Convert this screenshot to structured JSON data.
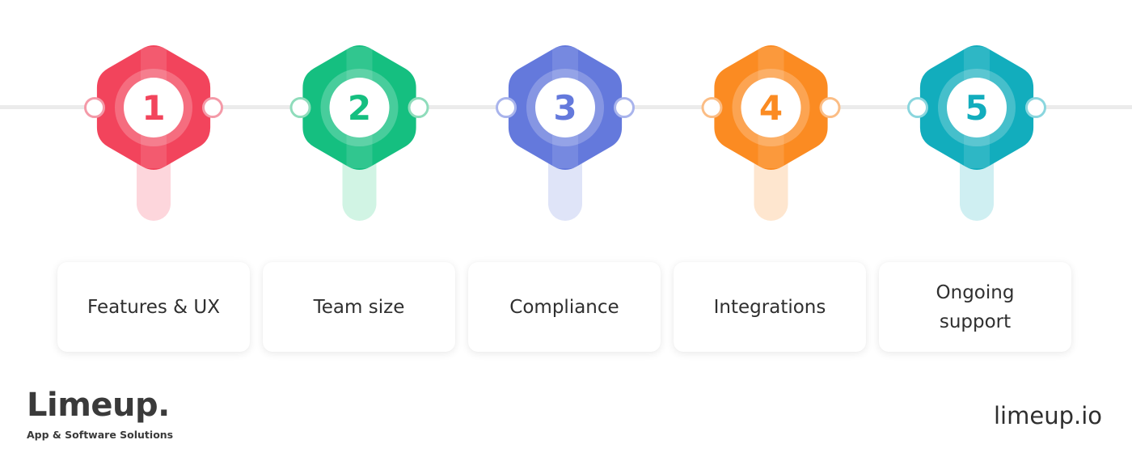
{
  "steps": [
    {
      "number": "1",
      "label": "Features & UX",
      "color": "#f2445c",
      "light": "#fdd6dc",
      "ring": "#f49aa8"
    },
    {
      "number": "2",
      "label": "Team size",
      "color": "#15bf80",
      "light": "#d1f4e4",
      "ring": "#8fdcbb"
    },
    {
      "number": "3",
      "label": "Compliance",
      "color": "#6479dc",
      "light": "#dfe4f8",
      "ring": "#a9b4ec"
    },
    {
      "number": "4",
      "label": "Integrations",
      "color": "#fb8b22",
      "light": "#fee6cf",
      "ring": "#fbbd85"
    },
    {
      "number": "5",
      "label": "Ongoing support",
      "color": "#12adbd",
      "light": "#cfeff2",
      "ring": "#8ad6de"
    }
  ],
  "brand": {
    "logo_text": "Limeup.",
    "tagline": "App & Software Solutions",
    "website": "limeup.io"
  },
  "line_color": "#ebebeb"
}
